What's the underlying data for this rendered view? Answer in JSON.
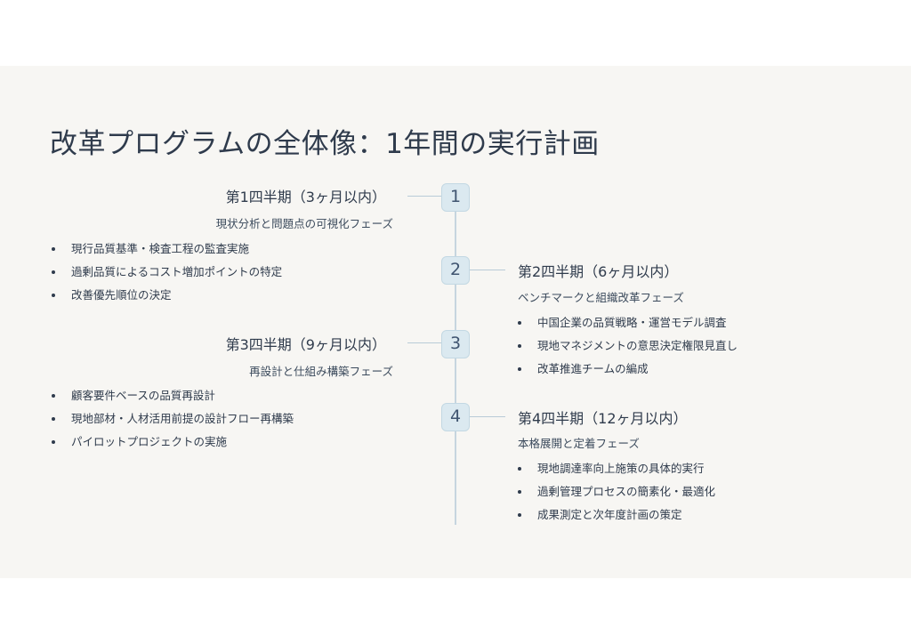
{
  "title": "改革プログラムの全体像：1年間の実行計画",
  "phases": [
    {
      "number": "1",
      "title": "第1四半期（3ヶ月以内）",
      "subtitle": "現状分析と問題点の可視化フェーズ",
      "bullets": [
        "現行品質基準・検査工程の監査実施",
        "過剰品質によるコスト増加ポイントの特定",
        "改善優先順位の決定"
      ]
    },
    {
      "number": "2",
      "title": "第2四半期（6ヶ月以内）",
      "subtitle": "ベンチマークと組織改革フェーズ",
      "bullets": [
        "中国企業の品質戦略・運営モデル調査",
        "現地マネジメントの意思決定権限見直し",
        "改革推進チームの編成"
      ]
    },
    {
      "number": "3",
      "title": "第3四半期（9ヶ月以内）",
      "subtitle": "再設計と仕組み構築フェーズ",
      "bullets": [
        "顧客要件ベースの品質再設計",
        "現地部材・人材活用前提の設計フロー再構築",
        "パイロットプロジェクトの実施"
      ]
    },
    {
      "number": "4",
      "title": "第4四半期（12ヶ月以内）",
      "subtitle": "本格展開と定着フェーズ",
      "bullets": [
        "現地調達率向上施策の具体的実行",
        "過剰管理プロセスの簡素化・最適化",
        "成果測定と次年度計画の策定"
      ]
    }
  ]
}
